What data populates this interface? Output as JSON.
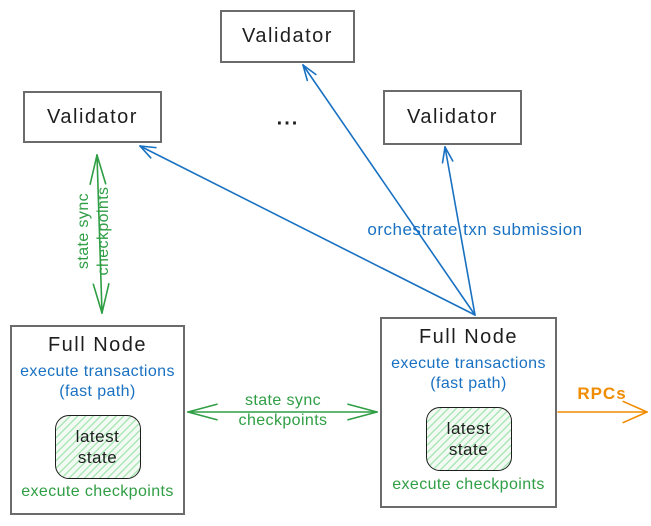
{
  "colors": {
    "ink": "#1e1e1e",
    "blue": "#1971c2",
    "green": "#2f9e44",
    "orange": "#f08c00",
    "box_border": "#6b6b6b",
    "state_fill": "#f2faf3",
    "state_hatch": "#abe7b6"
  },
  "validator_top": {
    "label": "Validator"
  },
  "validator_left": {
    "label": "Validator"
  },
  "validator_right": {
    "label": "Validator"
  },
  "ellipsis": "...",
  "full_node_left": {
    "title": "Full Node",
    "exec_line1": "execute transactions",
    "exec_line2": "(fast path)",
    "state_line1": "latest",
    "state_line2": "state",
    "checkpoints": "execute checkpoints"
  },
  "full_node_right": {
    "title": "Full Node",
    "exec_line1": "execute transactions",
    "exec_line2": "(fast path)",
    "state_line1": "latest",
    "state_line2": "state",
    "checkpoints": "execute checkpoints"
  },
  "labels": {
    "state_sync_vertical_line1": "state sync",
    "state_sync_vertical_line2": "checkpoints",
    "state_sync_horizontal_line1": "state sync",
    "state_sync_horizontal_line2": "checkpoints",
    "orchestrate": "orchestrate txn submission",
    "rpcs": "RPCs"
  }
}
